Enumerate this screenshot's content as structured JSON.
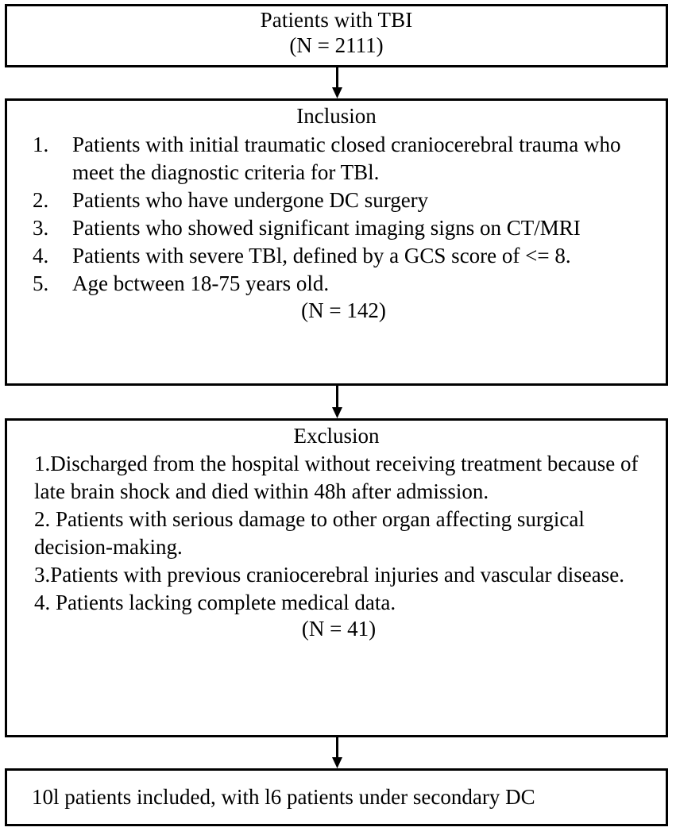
{
  "chart_data": {
    "type": "diagram",
    "diagram_kind": "patient-selection-flowchart",
    "title": "Patients with TBI selection flow",
    "nodes": [
      {
        "id": "source",
        "label": "Patients with TBI",
        "n": 2111,
        "n_label": "(N = 2111)"
      },
      {
        "id": "inclusion",
        "label": "Inclusion",
        "n": 142,
        "n_label": "(N = 142)"
      },
      {
        "id": "exclusion",
        "label": "Exclusion",
        "n": 41,
        "n_label": "(N = 41)"
      },
      {
        "id": "final",
        "label": "10l patients included, with l6 patients under secondary DC",
        "n": 101,
        "secondary_dc": 16
      }
    ],
    "edges": [
      {
        "from": "source",
        "to": "inclusion",
        "style": "arrow-down"
      },
      {
        "from": "inclusion",
        "to": "exclusion",
        "style": "arrow-down"
      },
      {
        "from": "exclusion",
        "to": "final",
        "style": "arrow-down"
      }
    ]
  },
  "colors": {
    "border": "#000000",
    "background": "#ffffff",
    "text": "#000000"
  },
  "source_box": {
    "title": "Patients with TBI",
    "count_label": "(N = 2111)"
  },
  "inclusion_box": {
    "heading": "Inclusion",
    "criteria": [
      {
        "marker": "1.",
        "text": "Patients with initial traumatic closed craniocerebral trauma who meet the diagnostic criteria for TBl."
      },
      {
        "marker": "2.",
        "text": "Patients who have undergone DC surgery"
      },
      {
        "marker": "3.",
        "text": "Patients who showed significant imaging signs on CT/MRI"
      },
      {
        "marker": "4.",
        "text": "Patients with severe TBl, defined by a GCS score of <= 8."
      },
      {
        "marker": "5.",
        "text": "Age bctween 18-75 years old."
      }
    ],
    "count_label": "(N = 142)"
  },
  "exclusion_box": {
    "heading": "Exclusion",
    "criteria": [
      {
        "text": "1.Discharged from the hospital without receiving treatment because of late brain shock and died within 48h after admission."
      },
      {
        "text": "2. Patients with serious damage to other organ affecting surgical decision-making."
      },
      {
        "text": "3.Patients with previous craniocerebral injuries and vascular disease."
      },
      {
        "text": "4. Patients lacking complete medical data."
      }
    ],
    "count_label": "(N = 41)"
  },
  "final_box": {
    "text": "10l patients included, with l6 patients under secondary DC"
  },
  "connectors": {
    "arrow_1_name": "arrow-source-to-inclusion",
    "arrow_2_name": "arrow-inclusion-to-exclusion",
    "arrow_3_name": "arrow-exclusion-to-final"
  }
}
